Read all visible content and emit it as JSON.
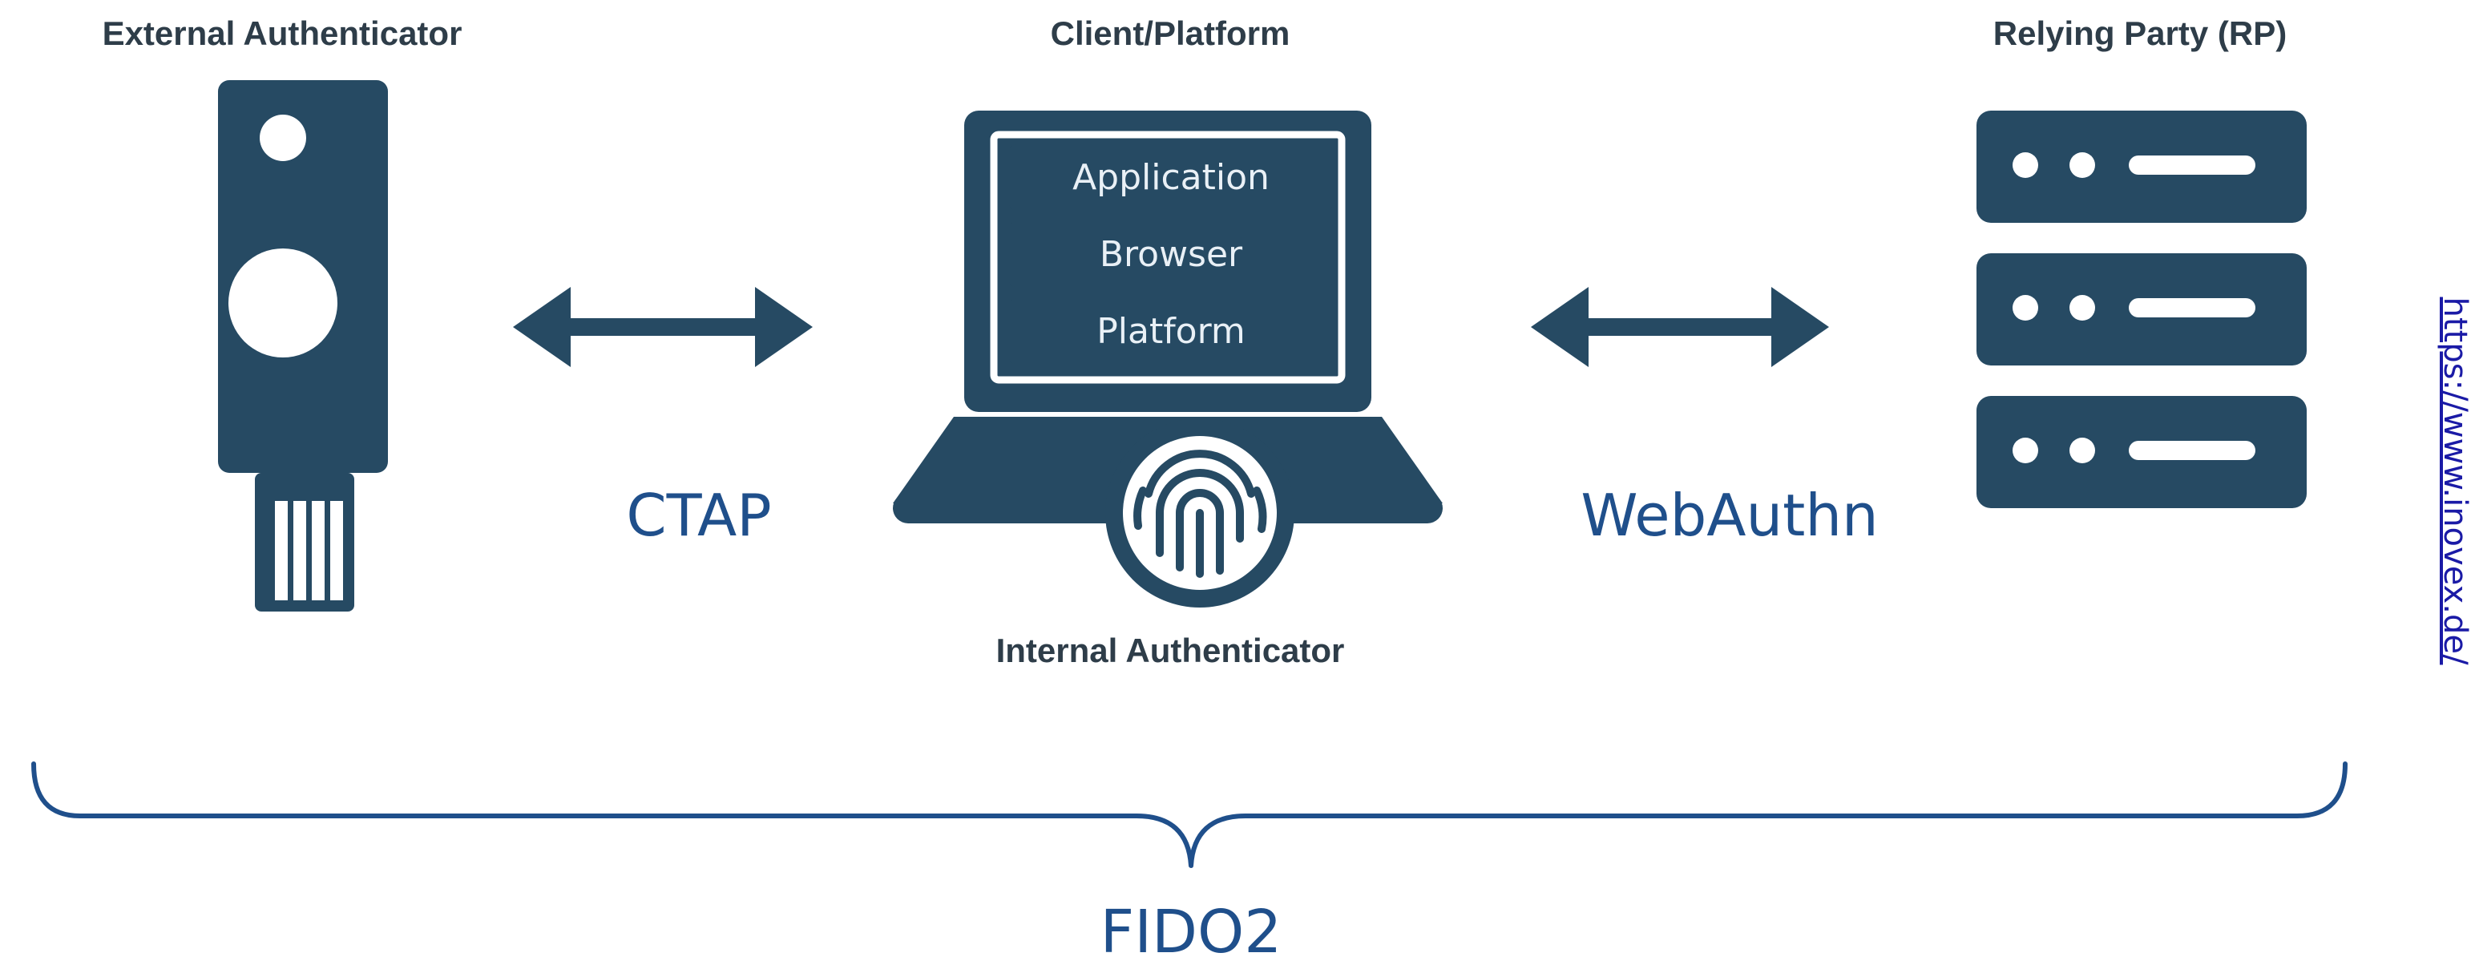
{
  "diagram": {
    "title_external": "External Authenticator",
    "title_client": "Client/Platform",
    "title_rp": "Relying Party (RP)",
    "client_layers": [
      "Application",
      "Browser",
      "Platform"
    ],
    "internal_label": "Internal Authenticator",
    "protocol_left": "CTAP",
    "protocol_right": "WebAuthn",
    "umbrella": "FIDO2",
    "side_link": "https://www.inovex.de/"
  },
  "colors": {
    "shape": "#264a63",
    "text_dark": "#2e3d49",
    "text_blue": "#1f4f8b",
    "brace": "#1f4f8b",
    "layer_text": "#e9f0f6",
    "link": "#1a1aa6"
  }
}
